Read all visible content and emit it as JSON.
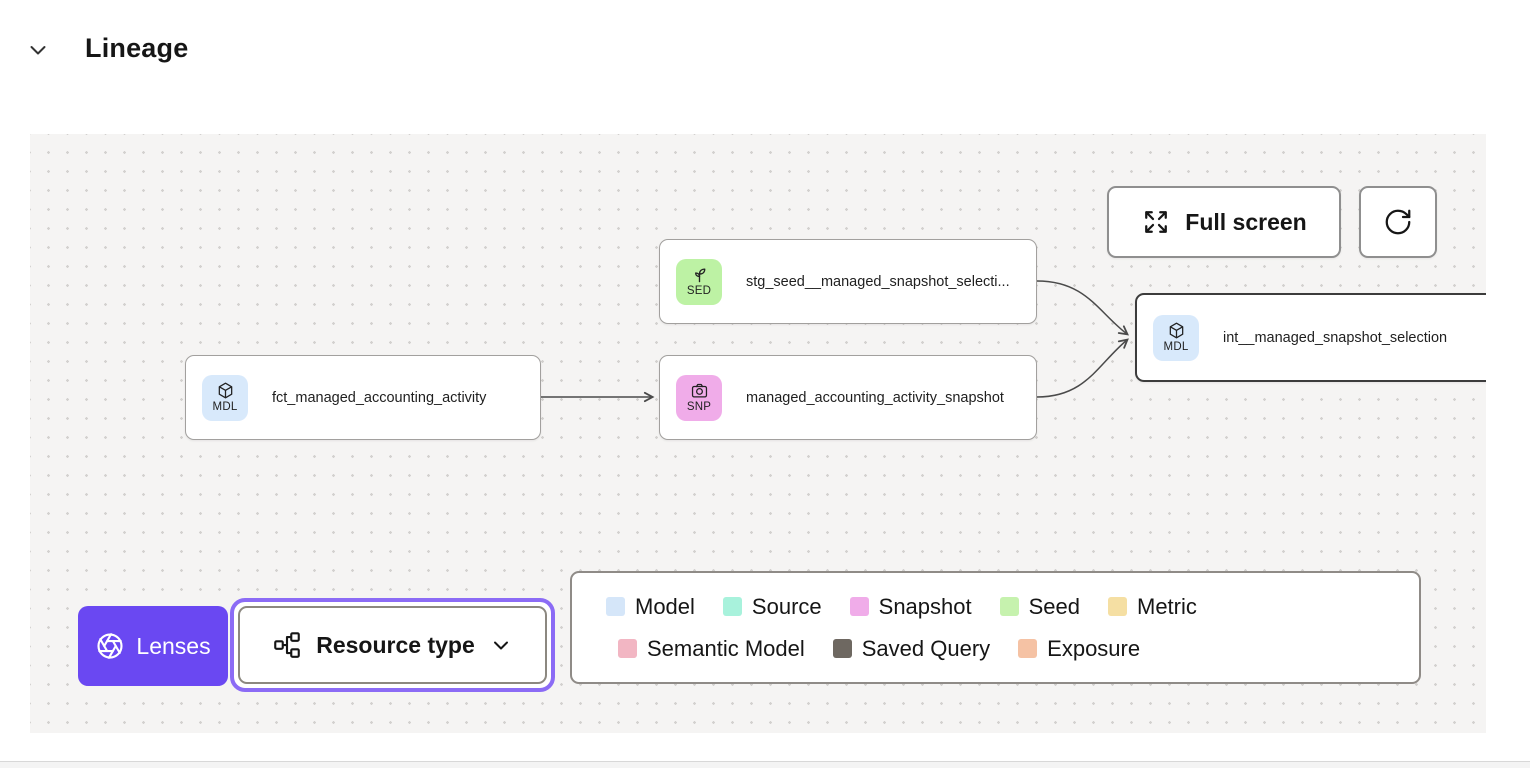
{
  "header": {
    "title": "Lineage"
  },
  "toolbar": {
    "fullscreen_label": "Full screen"
  },
  "nodes": [
    {
      "badge": "SED",
      "label": "stg_seed__managed_snapshot_selecti...",
      "badge_color": "#bdf2a4",
      "type": "seed"
    },
    {
      "badge": "MDL",
      "label": "fct_managed_accounting_activity",
      "badge_color": "#d8e9fb",
      "type": "model"
    },
    {
      "badge": "SNP",
      "label": "managed_accounting_activity_snapshot",
      "badge_color": "#f0ace9",
      "type": "snapshot"
    },
    {
      "badge": "MDL",
      "label": "int__managed_snapshot_selection",
      "badge_color": "#d8e9fb",
      "type": "model",
      "selected": true
    }
  ],
  "lenses_button": {
    "label": "Lenses",
    "color": "#6a48f2"
  },
  "resource_type_button": {
    "label": "Resource type",
    "ring_color": "#8b6bf5"
  },
  "legend": {
    "items": [
      {
        "label": "Model",
        "color": "#d5e6f9"
      },
      {
        "label": "Source",
        "color": "#a8f2dc"
      },
      {
        "label": "Snapshot",
        "color": "#f0ace9"
      },
      {
        "label": "Seed",
        "color": "#c6f2ae"
      },
      {
        "label": "Metric",
        "color": "#f5dfa3"
      },
      {
        "label": "Semantic Model",
        "color": "#f2b6c3"
      },
      {
        "label": "Saved Query",
        "color": "#6e6861"
      },
      {
        "label": "Exposure",
        "color": "#f5c2a4"
      }
    ]
  }
}
